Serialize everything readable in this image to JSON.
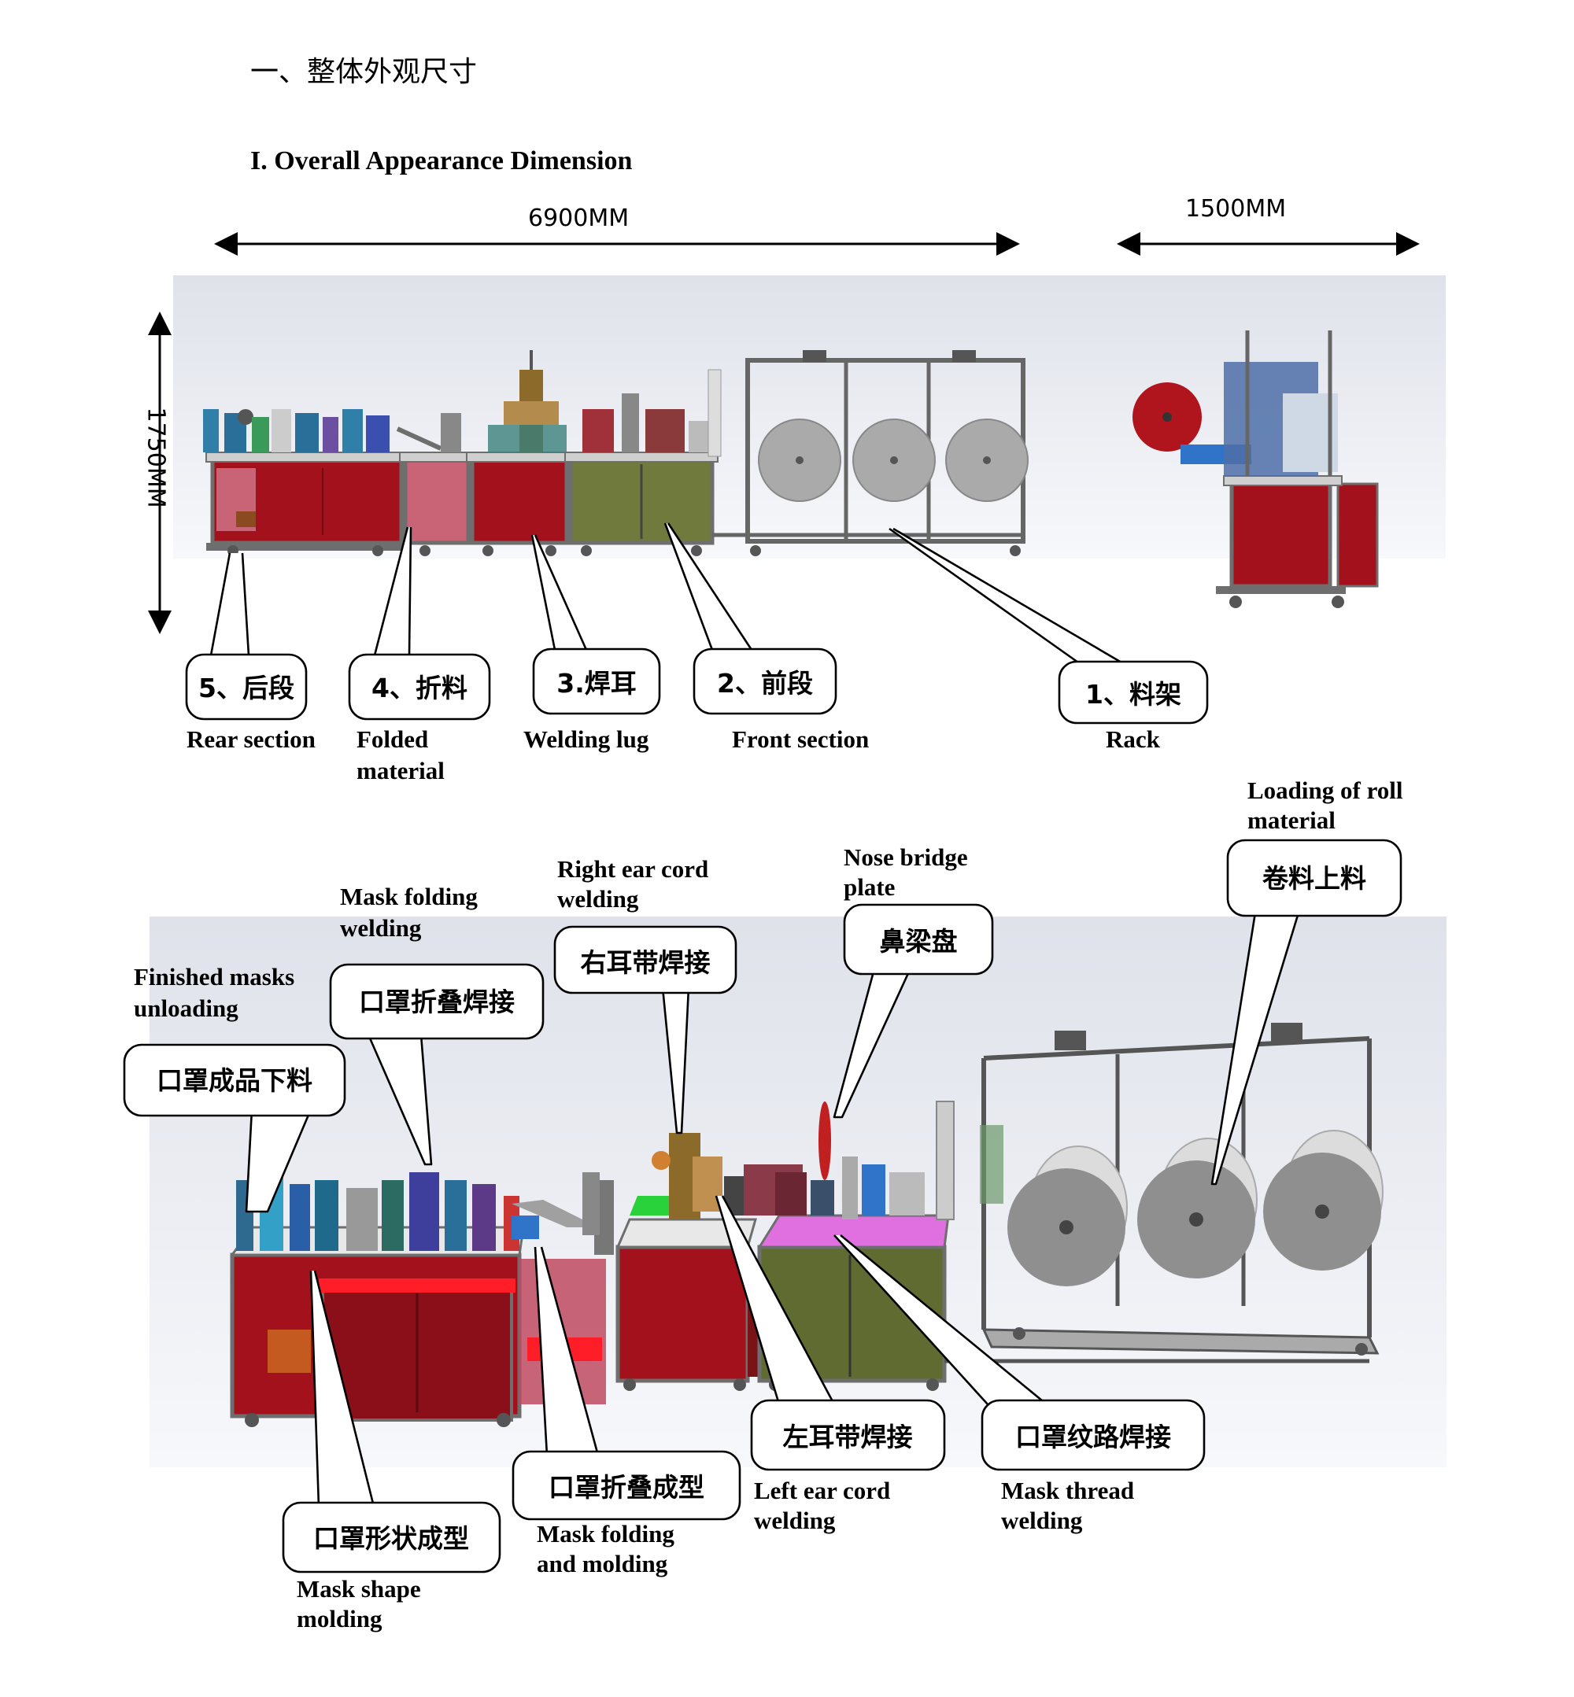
{
  "heading_cn": "一、整体外观尺寸",
  "heading_en": "I. Overall Appearance Dimension",
  "dimensions": {
    "length": "6900MM",
    "rack_length": "1500MM",
    "height": "1750MM"
  },
  "top_sections": [
    {
      "cn": "5、后段",
      "en": [
        "Rear section"
      ]
    },
    {
      "cn": "4、折料",
      "en": [
        "Folded",
        "material"
      ]
    },
    {
      "cn": "3.焊耳",
      "en": [
        "Welding lug"
      ]
    },
    {
      "cn": "2、前段",
      "en": [
        "Front section"
      ]
    },
    {
      "cn": "1、料架",
      "en": [
        "Rack"
      ]
    }
  ],
  "bottom_stations": [
    {
      "cn": "口罩成品下料",
      "en": [
        "Finished masks",
        "unloading"
      ]
    },
    {
      "cn": "口罩折叠焊接",
      "en": [
        "Mask folding",
        "welding"
      ]
    },
    {
      "cn": "右耳带焊接",
      "en": [
        "Right ear cord",
        "welding"
      ]
    },
    {
      "cn": "鼻梁盘",
      "en": [
        "Nose bridge",
        "plate"
      ]
    },
    {
      "cn": "卷料上料",
      "en": [
        "Loading of roll",
        "material"
      ]
    },
    {
      "cn": "口罩形状成型",
      "en": [
        "Mask shape",
        "molding"
      ]
    },
    {
      "cn": "口罩折叠成型",
      "en": [
        "Mask folding",
        "and molding"
      ]
    },
    {
      "cn": "左耳带焊接",
      "en": [
        "Left ear cord",
        "welding"
      ]
    },
    {
      "cn": "口罩纹路焊接",
      "en": [
        "Mask thread",
        "welding"
      ]
    }
  ],
  "colors": {
    "cabinet_red": "#a3121c",
    "cabinet_pink": "#c96476",
    "cabinet_olive": "#6f7a3c",
    "frame_gray": "#6e6e6e",
    "roll_gray": "#9a9a9a",
    "background_panel": "#e8eaf0",
    "table_magenta": "#e070e0",
    "table_green": "#29d23a"
  }
}
